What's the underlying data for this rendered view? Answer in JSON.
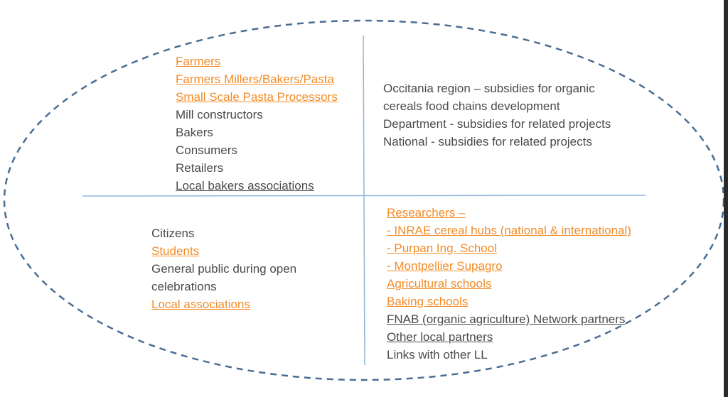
{
  "colors": {
    "text": "#4a4a4a",
    "highlight": "#f28c28",
    "divider": "#8eb6d8",
    "dashed_outline": "#4a6d93"
  },
  "quadrants": {
    "top_left": {
      "items": [
        {
          "text": "Farmers",
          "style": "orange-underline"
        },
        {
          "text": "Farmers Millers/Bakers/Pasta",
          "style": "orange-underline"
        },
        {
          "text": "Small Scale Pasta Processors",
          "style": "orange-underline"
        },
        {
          "text": "Mill constructors",
          "style": "plain"
        },
        {
          "text": "Bakers",
          "style": "plain"
        },
        {
          "text": "Consumers",
          "style": "plain"
        },
        {
          "text": "Retailers",
          "style": "plain"
        },
        {
          "text": "Local bakers associations",
          "style": "grey-underline"
        }
      ]
    },
    "top_right": {
      "items": [
        {
          "text": "Occitania region – subsidies for organic",
          "style": "plain"
        },
        {
          "text": "cereals food chains development",
          "style": "plain"
        },
        {
          "text": "Department - subsidies for related projects",
          "style": "plain"
        },
        {
          "text": "National - subsidies for related projects",
          "style": "plain"
        }
      ]
    },
    "bottom_left": {
      "items": [
        {
          "text": "Citizens",
          "style": "plain"
        },
        {
          "text": "Students",
          "style": "orange-underline"
        },
        {
          "text": "General public during open celebrations",
          "style": "plain"
        },
        {
          "text": "Local associations",
          "style": "orange-underline"
        }
      ]
    },
    "bottom_right": {
      "items": [
        {
          "text": "Researchers –",
          "style": "orange-underline"
        },
        {
          "text": "- INRAE cereal hubs (national & international)",
          "style": "orange-underline"
        },
        {
          "text": "- Purpan Ing. School",
          "style": "orange-underline"
        },
        {
          "text": "- Montpellier Supagro",
          "style": "orange-underline"
        },
        {
          "text": "Agricultural schools",
          "style": "orange-underline"
        },
        {
          "text": "Baking schools",
          "style": "orange-underline"
        },
        {
          "text": "FNAB (organic agriculture) Network partners",
          "style": "grey-underline"
        },
        {
          "text": "Other local partners",
          "style": "grey-underline"
        },
        {
          "text": "Links with other LL",
          "style": "plain"
        }
      ]
    }
  }
}
